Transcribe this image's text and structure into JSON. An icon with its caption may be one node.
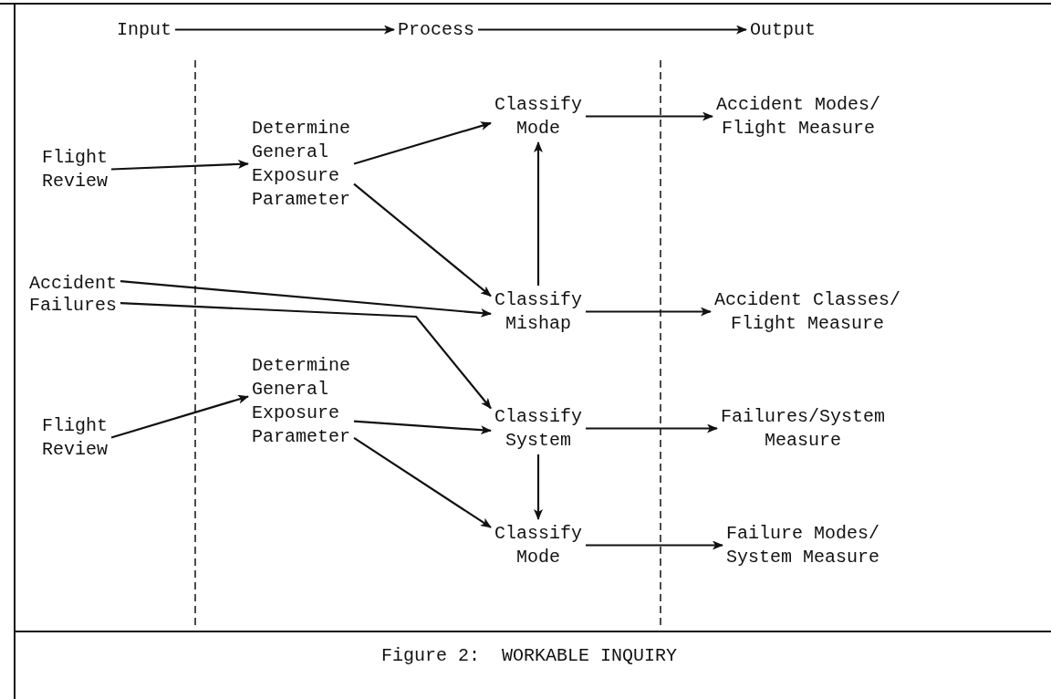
{
  "diagram": {
    "caption": "Figure 2:  WORKABLE INQUIRY",
    "nodes": [
      {
        "text": [
          "Input"
        ]
      },
      {
        "text": [
          "Process"
        ]
      },
      {
        "text": [
          "Output"
        ]
      },
      {
        "text": [
          "Flight Review"
        ]
      },
      {
        "text": [
          "Determine General Exposure Parameter"
        ]
      },
      {
        "text": [
          "Classify Mode"
        ]
      },
      {
        "text": [
          "Accident Modes/ Flight Measure"
        ]
      },
      {
        "text": [
          "Accident"
        ]
      },
      {
        "text": [
          "Failures"
        ]
      },
      {
        "text": [
          "Classify Mishap"
        ]
      },
      {
        "text": [
          "Accident Classes/ Flight Measure"
        ]
      },
      {
        "text": [
          "Flight Review"
        ]
      },
      {
        "text": [
          "Determine General Exposure Parameter"
        ]
      },
      {
        "text": [
          "Classify System"
        ]
      },
      {
        "text": [
          "Failures/System Measure"
        ]
      },
      {
        "text": [
          "Classify Mode"
        ]
      },
      {
        "text": [
          "Failure Modes/ System Measure"
        ]
      }
    ],
    "edges": [
      {
        "from": 0,
        "to": 1,
        "arrow": "to"
      },
      {
        "from": 1,
        "to": 2,
        "arrow": "to"
      },
      {
        "from": 3,
        "to": 4,
        "arrow": "to"
      },
      {
        "from": 4,
        "to": 5,
        "arrow": "to"
      },
      {
        "from": 4,
        "to": 9,
        "arrow": "to"
      },
      {
        "from": 9,
        "to": 5,
        "arrow": "to"
      },
      {
        "from": 5,
        "to": 6,
        "arrow": "to"
      },
      {
        "from": 7,
        "to": 9,
        "arrow": "to"
      },
      {
        "from": 8,
        "to": 13,
        "arrow": "to"
      },
      {
        "from": 9,
        "to": 10,
        "arrow": "to"
      },
      {
        "from": 11,
        "to": 12,
        "arrow": "to"
      },
      {
        "from": 12,
        "to": 13,
        "arrow": "to"
      },
      {
        "from": 12,
        "to": 15,
        "arrow": "to"
      },
      {
        "from": 13,
        "to": 15,
        "arrow": "to"
      },
      {
        "from": 13,
        "to": 14,
        "arrow": "to"
      },
      {
        "from": 15,
        "to": 16,
        "arrow": "to"
      }
    ]
  }
}
